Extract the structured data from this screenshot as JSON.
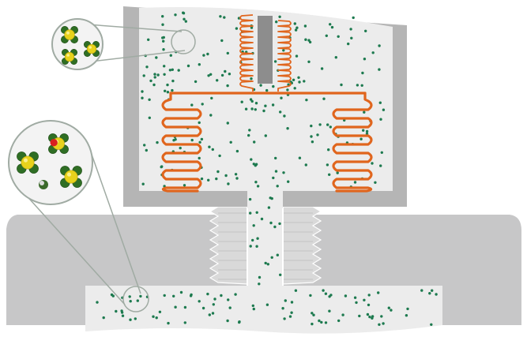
{
  "colors": {
    "background": "#ffffff",
    "housing_wall": "#b5b5b5",
    "gas_fill": "#ececec",
    "base_block": "#c7c7c8",
    "thread_fill": "#d9d9d9",
    "heater_wire": "#e0651d",
    "gas_particle": "#1d7a4f",
    "sensor_bar": "#8d8d8d",
    "callout_stroke": "#a0aba3",
    "molecule_core": "#e8d21c",
    "molecule_atom": "#2f6e24",
    "oxygen_atom": "#d8201f"
  },
  "components": {
    "upper_chamber": "gas-chamber",
    "heater_coil": "heater-coil",
    "sensor_element": "sensor-element",
    "threaded_port": "threaded-connection",
    "lower_channel": "gas-channel",
    "zoom_top": "molecule-zoom-top",
    "zoom_left": "molecule-zoom-left"
  },
  "icons": {
    "molecule": "molecule-icon",
    "particle": "gas-particle-icon"
  }
}
